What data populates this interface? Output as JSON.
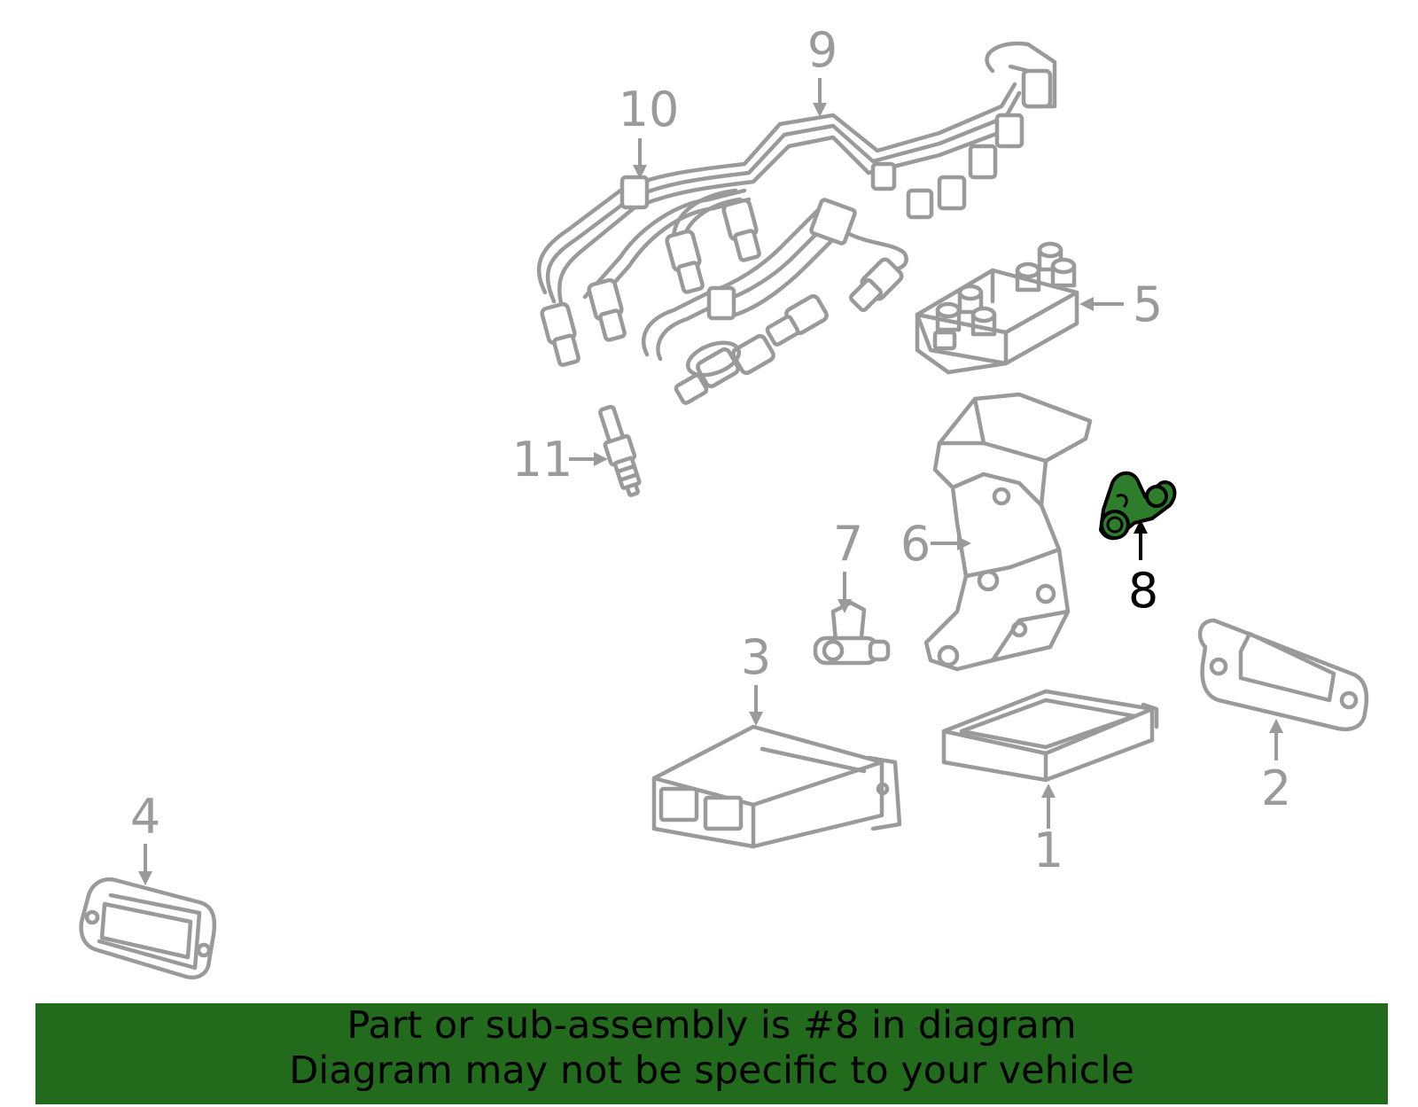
{
  "diagram": {
    "highlight_color": "#2e7d2a",
    "part_color": "#9a9a9a",
    "highlighted_part": "8",
    "callouts": [
      {
        "id": "c1",
        "label": "1"
      },
      {
        "id": "c2",
        "label": "2"
      },
      {
        "id": "c3",
        "label": "3"
      },
      {
        "id": "c4",
        "label": "4"
      },
      {
        "id": "c5",
        "label": "5"
      },
      {
        "id": "c6",
        "label": "6"
      },
      {
        "id": "c7",
        "label": "7"
      },
      {
        "id": "c8",
        "label": "8"
      },
      {
        "id": "c9",
        "label": "9"
      },
      {
        "id": "c10",
        "label": "10"
      },
      {
        "id": "c11",
        "label": "11"
      }
    ]
  },
  "banner": {
    "background": "#226b1c",
    "line1": "Part or sub-assembly is #8 in diagram",
    "line2": "Diagram may not be specific to your vehicle"
  }
}
